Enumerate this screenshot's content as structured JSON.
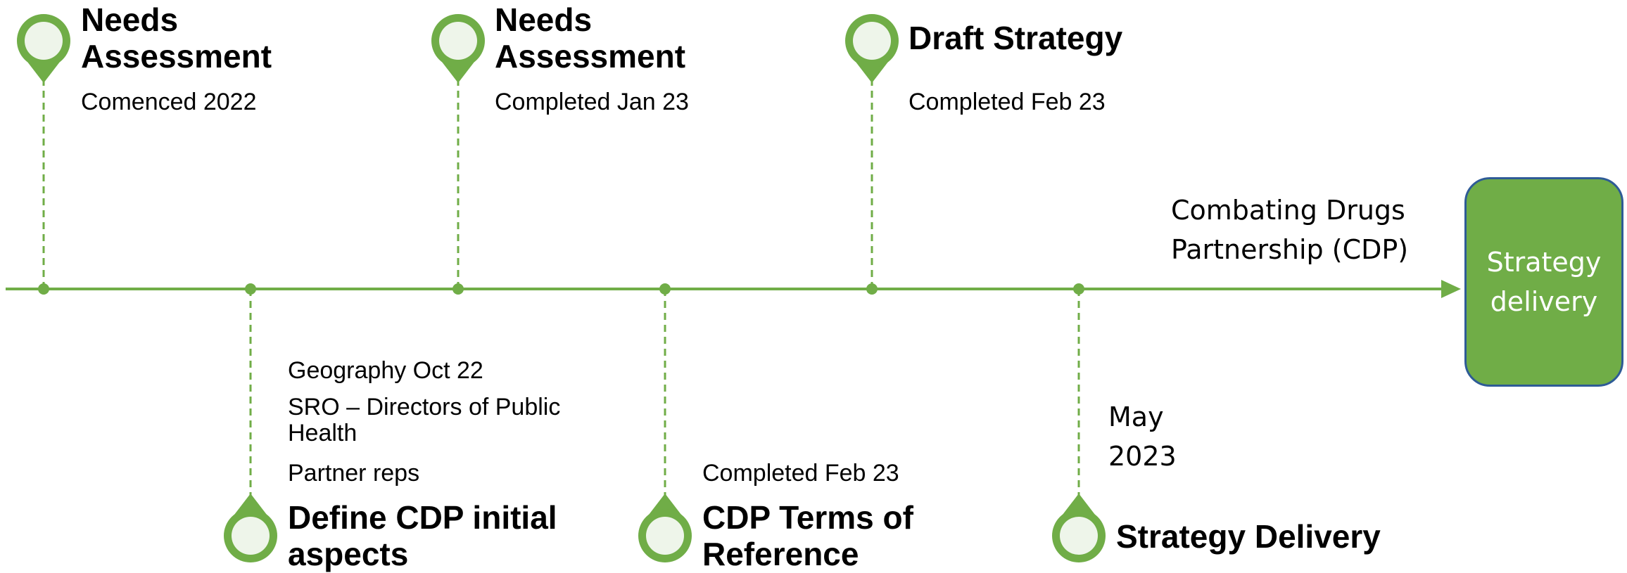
{
  "colors": {
    "accent": "#70ad47",
    "pin_fill": "#eef5ea",
    "box_border": "#2e5b96"
  },
  "milestones_top": [
    {
      "title": "Needs\nAssessment",
      "subtitle": "Comenced 2022"
    },
    {
      "title": "Needs\nAssessment",
      "subtitle": "Completed Jan 23"
    },
    {
      "title": "Draft Strategy",
      "subtitle": "Completed Feb 23"
    }
  ],
  "milestones_bottom": [
    {
      "title": "Define CDP initial\naspects",
      "details": [
        "Geography Oct 22",
        "SRO – Directors of Public\nHealth",
        "Partner reps"
      ]
    },
    {
      "title": "CDP Terms of\nReference",
      "details": [
        "Completed Feb 23"
      ]
    },
    {
      "title": "Strategy Delivery",
      "details": [
        "May\n2023"
      ]
    }
  ],
  "timeline_label": "Combating Drugs\nPartnership (CDP)",
  "end_box_label": "Strategy\ndelivery",
  "icons": {
    "milestone_marker": "map-pin-icon",
    "timeline_end": "arrow-right-icon"
  }
}
